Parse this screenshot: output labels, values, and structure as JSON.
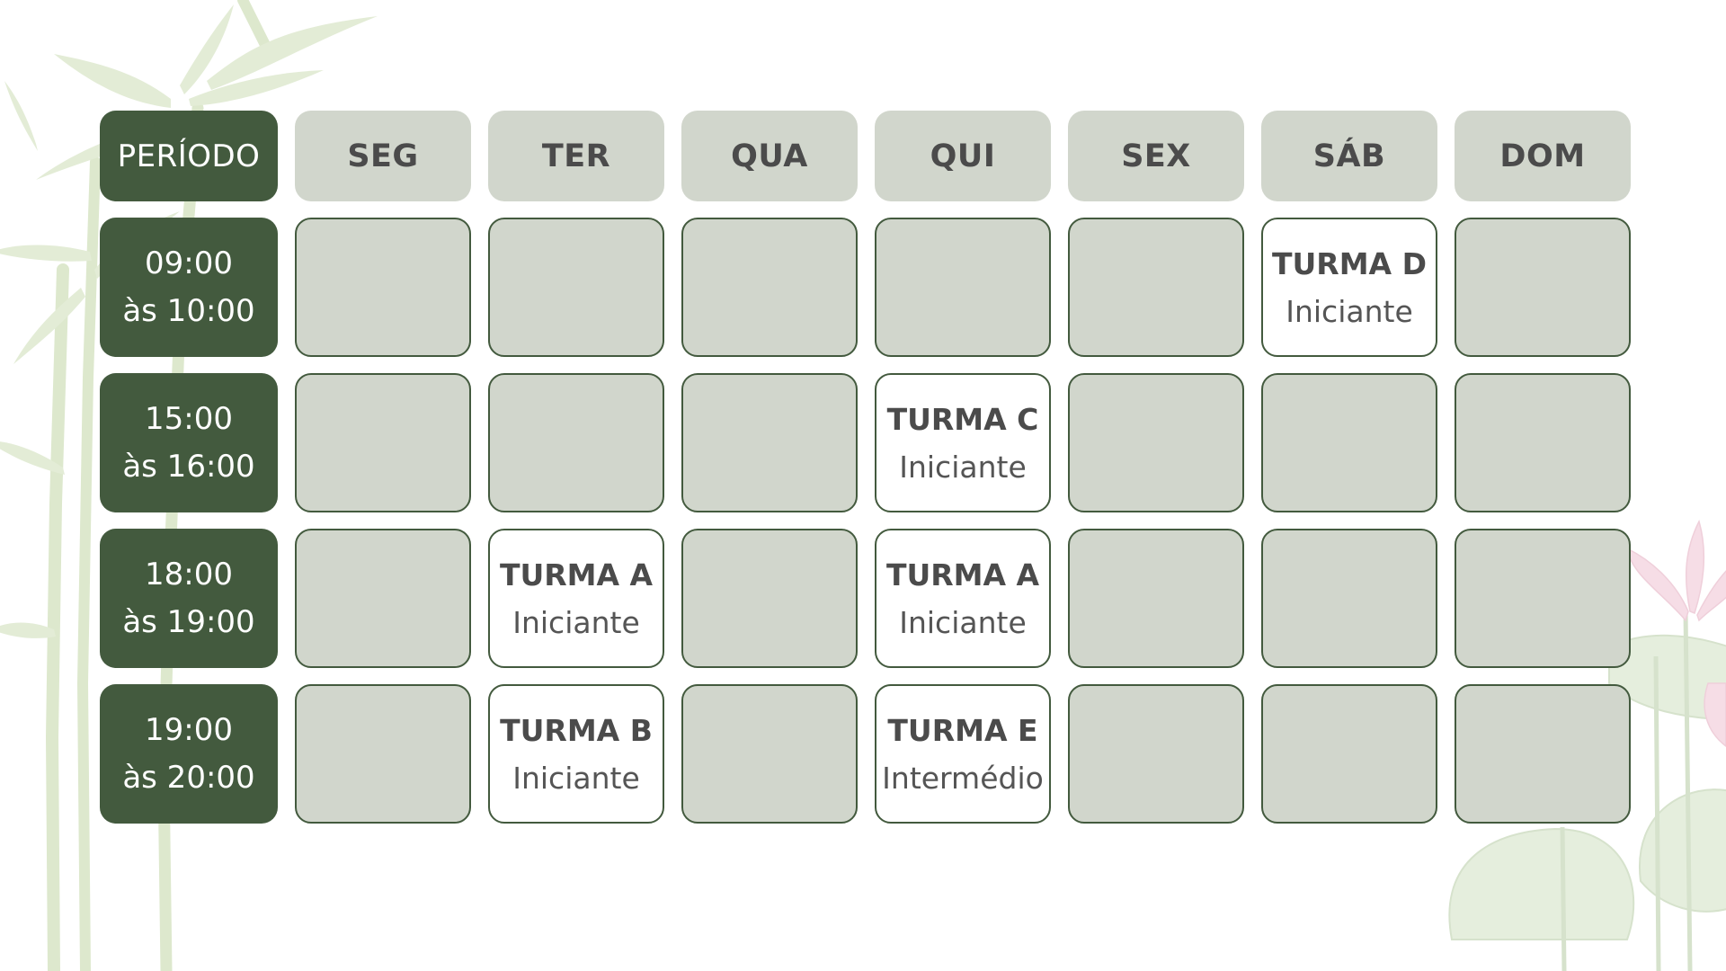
{
  "header": {
    "period": "PERÍODO",
    "days": [
      "SEG",
      "TER",
      "QUA",
      "QUI",
      "SEX",
      "SÁB",
      "DOM"
    ]
  },
  "rows": [
    {
      "start": "09:00",
      "end": "às 10:00",
      "slots": [
        null,
        null,
        null,
        null,
        null,
        {
          "class": "TURMA D",
          "level": "Iniciante"
        },
        null
      ]
    },
    {
      "start": "15:00",
      "end": "às 16:00",
      "slots": [
        null,
        null,
        null,
        {
          "class": "TURMA C",
          "level": "Iniciante"
        },
        null,
        null,
        null
      ]
    },
    {
      "start": "18:00",
      "end": "às 19:00",
      "slots": [
        null,
        {
          "class": "TURMA A",
          "level": "Iniciante"
        },
        null,
        {
          "class": "TURMA A",
          "level": "Iniciante"
        },
        null,
        null,
        null
      ]
    },
    {
      "start": "19:00",
      "end": "às 20:00",
      "slots": [
        null,
        {
          "class": "TURMA B",
          "level": "Iniciante"
        },
        null,
        {
          "class": "TURMA E",
          "level": "Intermédio"
        },
        null,
        null,
        null
      ]
    }
  ],
  "colors": {
    "dark_green": "#435a3e",
    "sage": "#d1d6cc",
    "text_gray": "#4b4b4b",
    "white": "#ffffff"
  },
  "decor": {
    "left": "bamboo-illustration",
    "bottom_right": "lotus-illustration"
  }
}
